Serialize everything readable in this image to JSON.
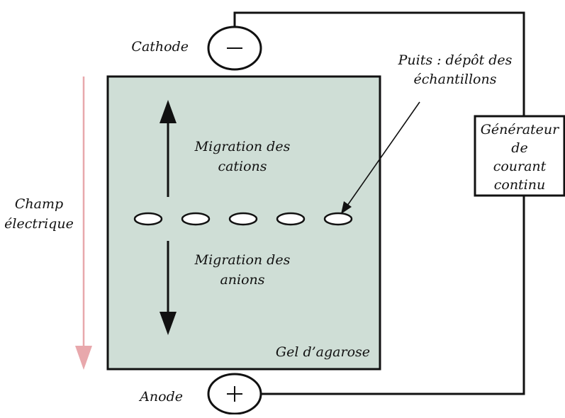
{
  "labels": {
    "cathode": "Cathode",
    "anode": "Anode",
    "minus": "−",
    "plus": "+",
    "wells_line1": "Puits : dépôt des",
    "wells_line2": "échantillons",
    "generator_line1": "Générateur",
    "generator_line2": "de",
    "generator_line3": "courant",
    "generator_line4": "continu",
    "field_line1": "Champ",
    "field_line2": "électrique",
    "cations_line1": "Migration des",
    "cations_line2": "cations",
    "anions_line1": "Migration des",
    "anions_line2": "anions",
    "gel": "Gel d’agarose"
  },
  "wells_count": 5,
  "colors": {
    "gel_fill": "#cfded6",
    "stroke": "#111111",
    "field_arrow": "#e8a8ac",
    "background": "#ffffff"
  },
  "icons": {
    "cathode": "minus-sign-icon",
    "anode": "plus-sign-icon",
    "cation_arrow": "arrow-up-icon",
    "anion_arrow": "arrow-down-icon",
    "field_arrow": "arrow-down-icon"
  }
}
